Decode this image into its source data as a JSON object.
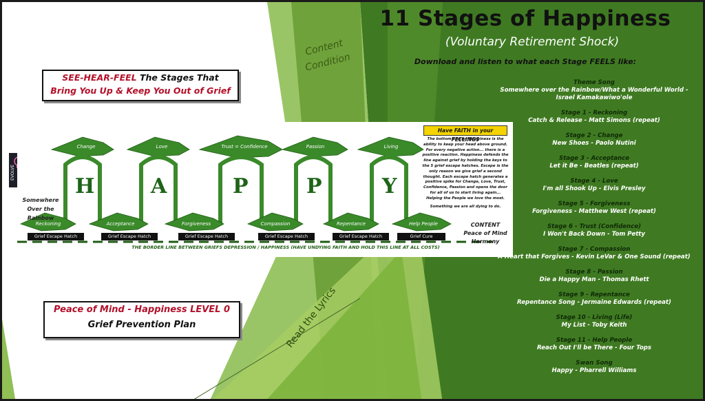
{
  "title": "11 Stages of Happiness",
  "subtitle": "(Voluntary Retirement Shock)",
  "download_text": "Download and listen to what each Stage FEELS like:",
  "side_labels": {
    "content_condition_1": "Content",
    "content_condition_2": "Condition",
    "read_lyrics": "Read the Lyrics"
  },
  "see_box": {
    "line1_red": "SEE-HEAR-FEEL",
    "line1_black": " The Stages That",
    "line2": "Bring You Up & Keep You Out of Grief"
  },
  "peace_box": {
    "line1": "Peace of Mind - Happiness LEVEL 0",
    "line2": "Grief Prevention Plan"
  },
  "evolve_logo": "EVOLVE",
  "songs": [
    {
      "head": "Theme Song",
      "song": "Somewhere over the Rainbow/What a Wonderful World - Israel Kamakawiwo'ole"
    },
    {
      "head": "Stage 1 - Reckoning",
      "song": "Catch & Release - Matt Simons (repeat)"
    },
    {
      "head": "Stage 2 - Change",
      "song": "New Shoes - Paolo Nutini"
    },
    {
      "head": "Stage 3 - Acceptance",
      "song": "Let it Be - Beatles (repeat)"
    },
    {
      "head": "Stage 4 - Love",
      "song": "I'm all Shook Up - Elvis Presley"
    },
    {
      "head": "Stage 5 - Forgiveness",
      "song": "Forgiveness - Matthew West (repeat)"
    },
    {
      "head": "Stage 6 - Trust (Confidence)",
      "song": "I Won't Back Down - Tom Petty"
    },
    {
      "head": "Stage 7 - Compassion",
      "song": "A Heart that Forgives - Kevin LeVar & One Sound (repeat)"
    },
    {
      "head": "Stage 8 - Passion",
      "song": "Die a Happy Man - Thomas Rhett"
    },
    {
      "head": "Stage 9 - Repentance",
      "song": "Repentance Song - Jermaine Edwards (repeat)"
    },
    {
      "head": "Stage 10 - Living (Life)",
      "song": "My List - Toby Keith"
    },
    {
      "head": "Stage 11 - Help People",
      "song": "Reach Out I'll be There - Four Tops"
    },
    {
      "head": "Swan Song",
      "song": "Happy - Pharrell Williams"
    }
  ],
  "banner": {
    "top_trees": [
      "Change",
      "Love",
      "Trust = Confidence",
      "Passion",
      "Living"
    ],
    "letters": [
      "H",
      "A",
      "P",
      "P",
      "Y"
    ],
    "bottom_stages": [
      "Reckoning",
      "Acceptance",
      "Forgiveness",
      "Compassion",
      "Repentance",
      "Help People"
    ],
    "hatches": [
      "Grief Escape Hatch",
      "Grief Escape Hatch",
      "Grief Escape Hatch",
      "Grief Escape Hatch",
      "Grief Escape Hatch",
      "Grief Cure"
    ],
    "faith_title": "Have FAITH in your FEELINGS",
    "faith_text": "The bottom line for Happiness is the ability to keep your head above ground. For every negative action... there is a positive reaction. Happiness defends the line against grief by holding the keys to the 5 grief escape hatches. Escape is the only reason we give grief a second thought. Each escape hatch generates a positive spike for Change, Love, Trust, Confidence, Passion and opens the door for all of us to start living again... Helping the People we love the most.",
    "faith_footer": "Something we are all dying to do.",
    "somewhere": "Somewhere Over the Rainbow",
    "content_right": "CONTENT Peace of Mind Harmony",
    "border_line": "THE BORDER LINE BETWEEN GRIEFS DEPRESSION / HAPPINESS (HAVE UNDYING FAITH AND HOLD THIS LINE AT ALL COSTS)"
  }
}
